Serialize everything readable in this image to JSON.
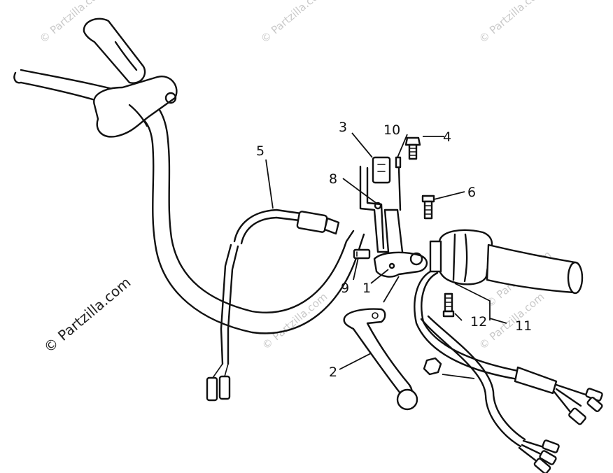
{
  "watermarks": {
    "top_left": "© Partzilla.com",
    "top_center": "© Partzilla.com",
    "top_right": "© Partzilla.com",
    "mid_right": "© Partzilla.com",
    "bottom_center": "© Partzilla.com",
    "bottom_right": "© Partzilla.com",
    "left_side": "© Partzilla.com"
  },
  "callouts": {
    "c1": "1",
    "c2": "2",
    "c3": "3",
    "c4": "4",
    "c5": "5",
    "c6": "6",
    "c8": "8",
    "c9": "9",
    "c10": "10",
    "c11": "11",
    "c12": "12"
  }
}
